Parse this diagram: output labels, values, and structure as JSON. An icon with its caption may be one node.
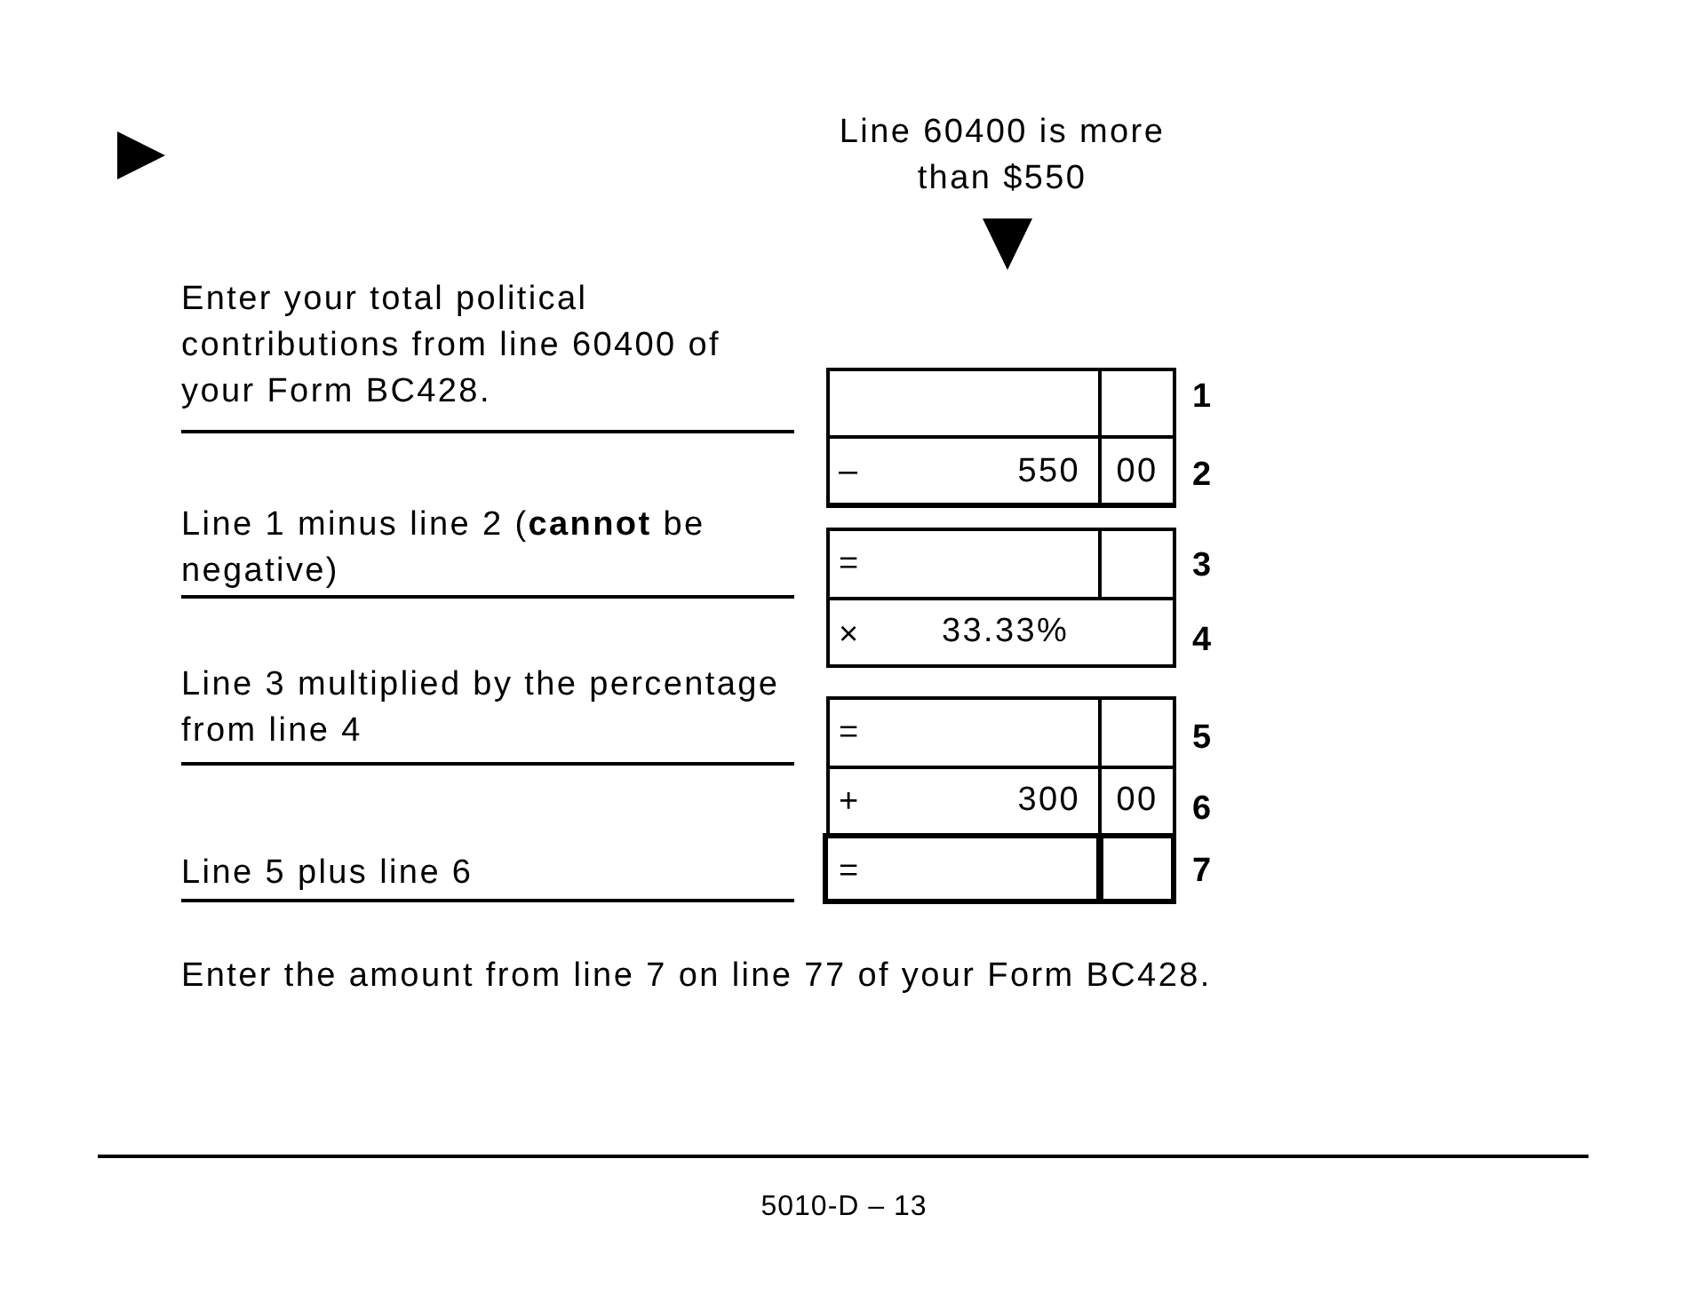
{
  "diagram": {
    "labels": [
      "Line 60400 is more than $550",
      "Enter your total political contributions from line 60400 of your Form BC428.",
      "1",
      "–",
      "550",
      "00",
      "2",
      "Line 1 minus line 2 (**cannot** be negative)",
      "=",
      "3",
      "×",
      "33.33%",
      "4",
      "Line 3 multiplied by the percentage from line 4",
      "=",
      "5",
      "+",
      "300",
      "00",
      "6",
      "Line 5 plus line 6",
      "=",
      "7",
      "Enter the amount from line 7 on line 77 of your Form BC428.",
      "5010-D – 13"
    ]
  }
}
